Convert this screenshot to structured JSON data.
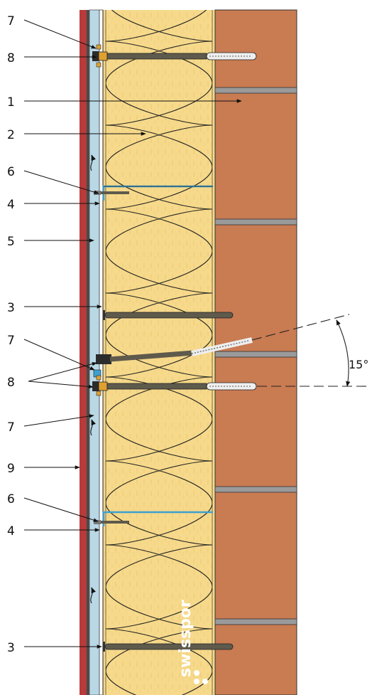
{
  "labels": [
    {
      "id": "l7a",
      "text": "7"
    },
    {
      "id": "l8a",
      "text": "8"
    },
    {
      "id": "l1",
      "text": "1"
    },
    {
      "id": "l2",
      "text": "2"
    },
    {
      "id": "l6a",
      "text": "6"
    },
    {
      "id": "l4a",
      "text": "4"
    },
    {
      "id": "l5",
      "text": "5"
    },
    {
      "id": "l3a",
      "text": "3"
    },
    {
      "id": "l7b",
      "text": "7"
    },
    {
      "id": "l8b",
      "text": "8"
    },
    {
      "id": "l7c",
      "text": "7"
    },
    {
      "id": "l9",
      "text": "9"
    },
    {
      "id": "l6b",
      "text": "6"
    },
    {
      "id": "l4b",
      "text": "4"
    },
    {
      "id": "l3b",
      "text": "3"
    }
  ],
  "angle": {
    "text": "15°"
  },
  "brand": {
    "text": "swisspor"
  },
  "colors": {
    "cladding": "#b83a3a",
    "air_gap": "#b9d8e6",
    "insulation": "#f6d98b",
    "brick": "#c97b52",
    "mortar": "#9a9a9a",
    "anchor": "#5e5a4c",
    "bracket": "#3da0d0"
  }
}
